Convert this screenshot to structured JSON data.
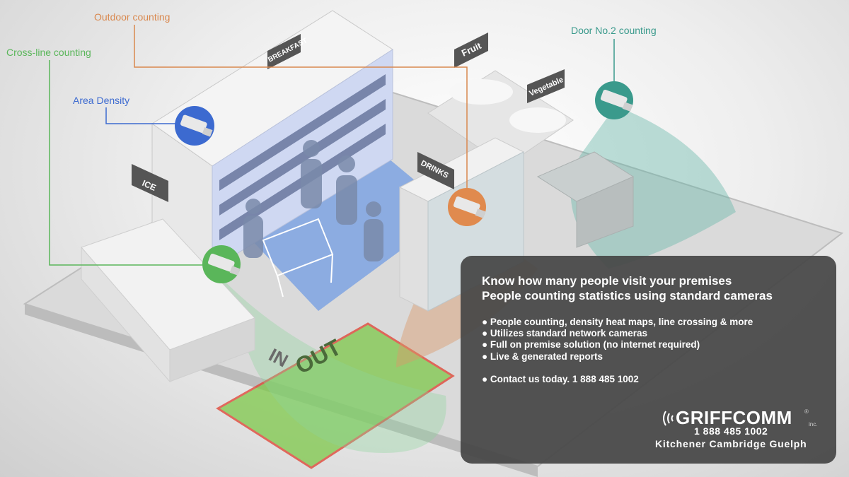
{
  "callouts": {
    "outdoor": {
      "label": "Outdoor counting",
      "color": "#d9884e"
    },
    "cross_line": {
      "label": "Cross-line counting",
      "color": "#5ab65a"
    },
    "area_density": {
      "label": "Area Density",
      "color": "#3c6ad0"
    },
    "door2": {
      "label": "Door No.2 counting",
      "color": "#3a9a8c"
    }
  },
  "signs": {
    "breakfast": "BREAKFAST",
    "fruit": "Fruit",
    "vegetable": "Vegetable",
    "ice": "ICE",
    "drinks": "DRINKS"
  },
  "floor": {
    "in_label": "IN",
    "out_label": "OUT"
  },
  "panel": {
    "headline_1": "Know how many people visit your premises",
    "headline_2": "People counting statistics using standard cameras",
    "bullets": [
      "People counting, density heat maps, line crossing & more",
      "Utilizes standard network cameras",
      "Full on premise solution (no internet required)",
      "Live & generated reports"
    ],
    "contact": "Contact us today.  1 888 485 1002",
    "logo_text": "GRIFFCOMM",
    "logo_reg": "®",
    "logo_inc": "inc.",
    "phone": "1 888 485 1002",
    "cities": "Kitchener  Cambridge  Guelph"
  }
}
